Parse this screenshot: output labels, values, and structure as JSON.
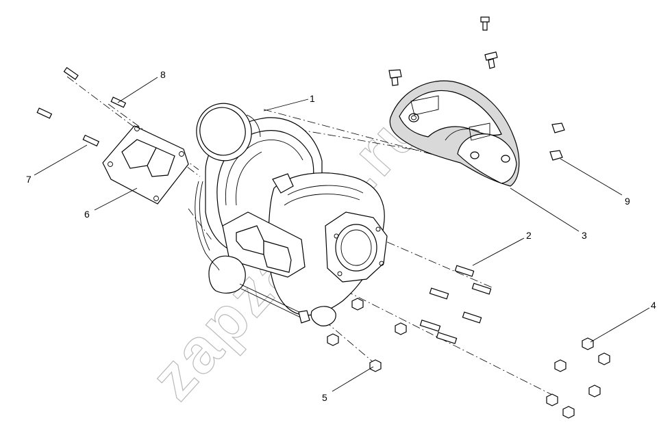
{
  "watermark": "zapzama.ru",
  "callouts": [
    {
      "id": "c1",
      "label": "1"
    },
    {
      "id": "c2",
      "label": "2"
    },
    {
      "id": "c3",
      "label": "3"
    },
    {
      "id": "c4",
      "label": "4"
    },
    {
      "id": "c5",
      "label": "5"
    },
    {
      "id": "c6",
      "label": "6"
    },
    {
      "id": "c7",
      "label": "7"
    },
    {
      "id": "c8",
      "label": "8"
    },
    {
      "id": "c9",
      "label": "9"
    }
  ]
}
